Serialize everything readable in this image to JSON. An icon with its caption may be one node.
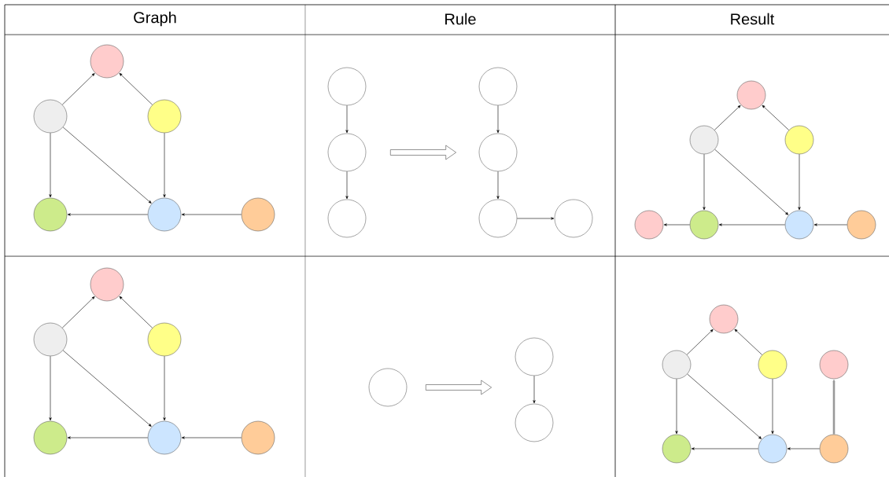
{
  "diagram": {
    "nodes": [
      {
        "text": [],
        "shape": "circle"
      },
      {
        "text": [],
        "shape": "circle"
      },
      {
        "text": [],
        "shape": "circle"
      },
      {
        "text": [],
        "shape": "circle"
      },
      {
        "text": [],
        "shape": "circle"
      },
      {
        "text": [],
        "shape": "circle"
      },
      {
        "text": [],
        "shape": "circle"
      },
      {
        "text": [],
        "shape": "circle"
      },
      {
        "text": [],
        "shape": "circle"
      },
      {
        "text": [],
        "shape": "circle"
      },
      {
        "text": [],
        "shape": "circle"
      },
      {
        "text": [],
        "shape": "circle"
      },
      {
        "text": [],
        "shape": "circle"
      },
      {
        "text": [],
        "shape": "circle"
      },
      {
        "text": [],
        "shape": "circle"
      },
      {
        "text": [],
        "shape": "circle"
      },
      {
        "text": [],
        "shape": "circle"
      },
      {
        "text": [],
        "shape": "circle"
      },
      {
        "text": [],
        "shape": "circle"
      },
      {
        "text": [],
        "shape": "circle"
      },
      {
        "text": [],
        "shape": "circle"
      },
      {
        "text": [],
        "shape": "circle"
      },
      {
        "text": [],
        "shape": "circle"
      },
      {
        "text": [],
        "shape": "circle"
      },
      {
        "text": [],
        "shape": "circle"
      },
      {
        "text": [],
        "shape": "circle"
      },
      {
        "text": [],
        "shape": "circle"
      },
      {
        "text": [],
        "shape": "circle"
      },
      {
        "text": [],
        "shape": "circle"
      },
      {
        "text": [],
        "shape": "circle"
      },
      {
        "text": [],
        "shape": "circle"
      },
      {
        "text": [],
        "shape": "circle"
      },
      {
        "text": [],
        "shape": "circle"
      },
      {
        "text": [],
        "shape": "circle"
      },
      {
        "text": [],
        "shape": "circle"
      },
      {
        "text": [],
        "shape": "circle"
      }
    ],
    "edges": [
      {
        "from": 1,
        "to": 0,
        "arrow": "to"
      },
      {
        "from": 2,
        "to": 0,
        "arrow": "to"
      },
      {
        "from": 1,
        "to": 3,
        "arrow": "to"
      },
      {
        "from": 1,
        "to": 4,
        "arrow": "to"
      },
      {
        "from": 2,
        "to": 4,
        "arrow": "to"
      },
      {
        "from": 4,
        "to": 3,
        "arrow": "to"
      },
      {
        "from": 5,
        "to": 4,
        "arrow": "to"
      },
      {
        "from": 6,
        "to": 7,
        "arrow": "to"
      },
      {
        "from": 7,
        "to": 8,
        "arrow": "to"
      },
      {
        "from": 9,
        "to": 10,
        "arrow": "to"
      },
      {
        "from": 10,
        "to": 11,
        "arrow": "to"
      },
      {
        "from": 11,
        "to": 12,
        "arrow": "to"
      },
      {
        "from": 14,
        "to": 13,
        "arrow": "to"
      },
      {
        "from": 15,
        "to": 13,
        "arrow": "to"
      },
      {
        "from": 14,
        "to": 17,
        "arrow": "to"
      },
      {
        "from": 14,
        "to": 18,
        "arrow": "to"
      },
      {
        "from": 15,
        "to": 18,
        "arrow": "to"
      },
      {
        "from": 18,
        "to": 17,
        "arrow": "to"
      },
      {
        "from": 19,
        "to": 18,
        "arrow": "to"
      },
      {
        "from": 17,
        "to": 16,
        "arrow": "to"
      },
      {
        "from": 21,
        "to": 20,
        "arrow": "to"
      },
      {
        "from": 22,
        "to": 20,
        "arrow": "to"
      },
      {
        "from": 21,
        "to": 23,
        "arrow": "to"
      },
      {
        "from": 21,
        "to": 24,
        "arrow": "to"
      },
      {
        "from": 22,
        "to": 24,
        "arrow": "to"
      },
      {
        "from": 24,
        "to": 23,
        "arrow": "to"
      },
      {
        "from": 25,
        "to": 24,
        "arrow": "to"
      },
      {
        "from": 27,
        "to": 28,
        "arrow": "to"
      },
      {
        "from": 30,
        "to": 29,
        "arrow": "to"
      },
      {
        "from": 31,
        "to": 29,
        "arrow": "to"
      },
      {
        "from": 30,
        "to": 33,
        "arrow": "to"
      },
      {
        "from": 30,
        "to": 34,
        "arrow": "to"
      },
      {
        "from": 31,
        "to": 34,
        "arrow": "to"
      },
      {
        "from": 34,
        "to": 33,
        "arrow": "to"
      },
      {
        "from": 35,
        "to": 34,
        "arrow": "to"
      },
      {
        "from": 35,
        "to": 32,
        "arrow": "to",
        "style": "thick",
        "color": "#999999"
      },
      {
        "from": 7,
        "to": 10,
        "arrow": "to",
        "style": "thick"
      },
      {
        "from": 26,
        "to": 27,
        "arrow": "to",
        "style": "thick"
      }
    ],
    "labels": [
      "Graph",
      "Rule",
      "Result"
    ]
  }
}
